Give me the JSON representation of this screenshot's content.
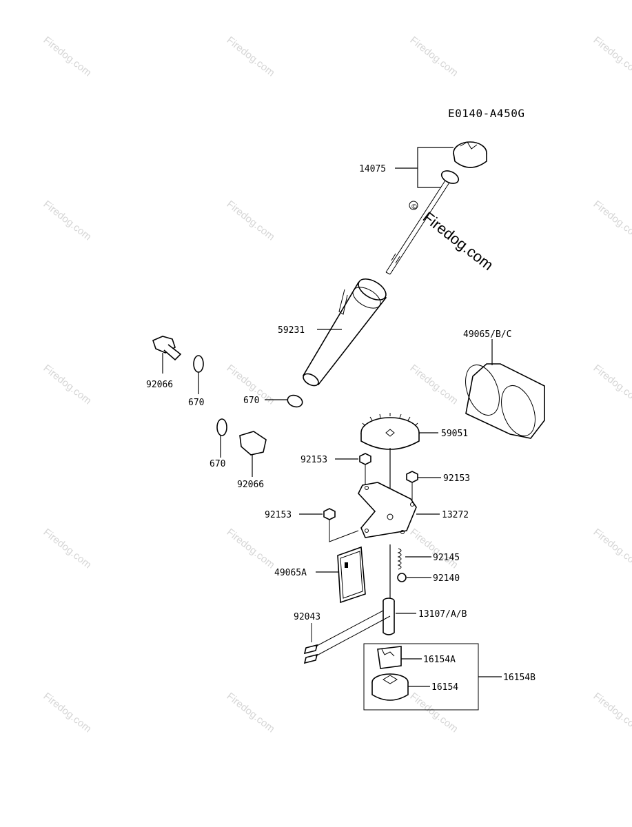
{
  "diagram_code": "E0140-A450G",
  "watermark": "Firedog.com",
  "center_watermark_symbol": "©",
  "parts": {
    "p14075": "14075",
    "p59231": "59231",
    "p49065bc": "49065/B/C",
    "p92066_a": "92066",
    "p670_a": "670",
    "p670_b": "670",
    "p670_c": "670",
    "p92066_b": "92066",
    "p59051": "59051",
    "p92153_a": "92153",
    "p92153_b": "92153",
    "p92153_c": "92153",
    "p13272": "13272",
    "p92145": "92145",
    "p92140": "92140",
    "p49065a": "49065A",
    "p92043": "92043",
    "p13107": "13107/A/B",
    "p16154a": "16154A",
    "p16154": "16154",
    "p16154b": "16154B"
  }
}
